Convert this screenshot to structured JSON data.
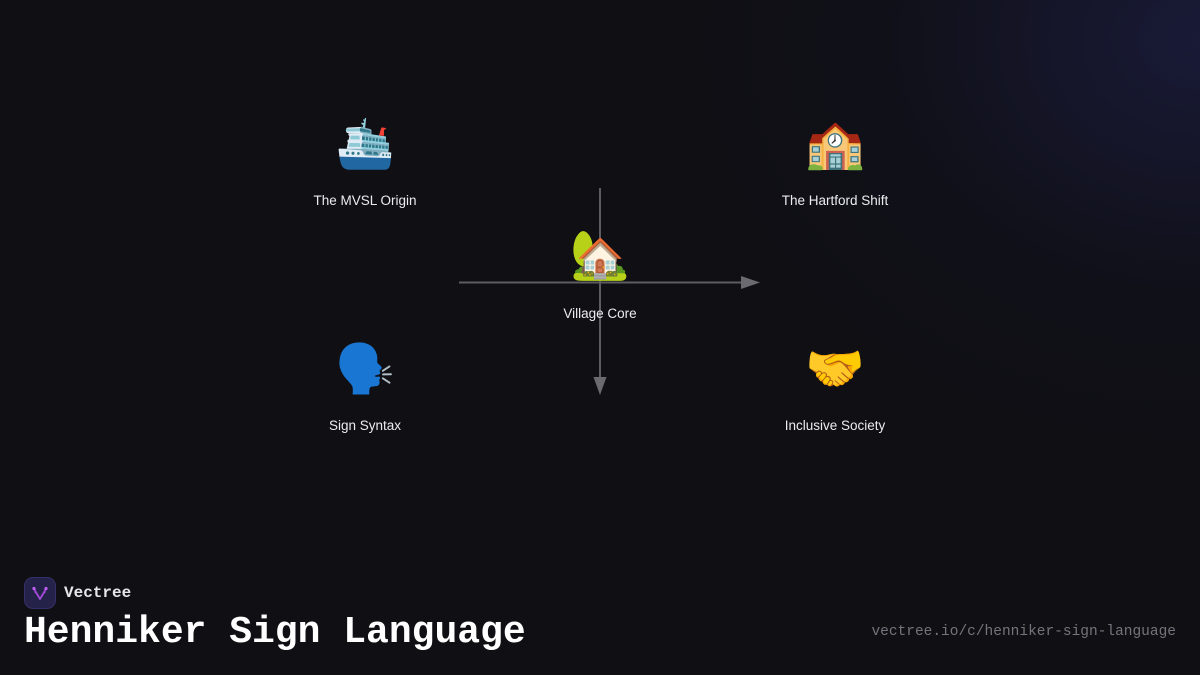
{
  "diagram": {
    "type": "quadrant-concept-map",
    "center": {
      "label": "Village Core",
      "icon": "house-with-garden-icon",
      "emoji": "🏡"
    },
    "nodes": [
      {
        "id": "top-left",
        "label": "The MVSL Origin",
        "icon": "ship-icon",
        "emoji": "🛳️"
      },
      {
        "id": "top-right",
        "label": "The Hartford Shift",
        "icon": "school-icon",
        "emoji": "🏫"
      },
      {
        "id": "bottom-left",
        "label": "Sign Syntax",
        "icon": "speaking-head-icon",
        "emoji": "🗣️"
      },
      {
        "id": "bottom-right",
        "label": "Inclusive Society",
        "icon": "handshake-icon",
        "emoji": "🤝"
      }
    ],
    "axes": {
      "horizontal": {
        "direction": "right",
        "color": "#5a5a60"
      },
      "vertical": {
        "direction": "down",
        "color": "#5a5a60"
      }
    }
  },
  "footer": {
    "brand_name": "Vectree",
    "brand_logo_icon": "vectree-logo-icon",
    "brand_color": "#a24ad8",
    "title": "Henniker Sign Language",
    "url": "vectree.io/c/henniker-sign-language"
  }
}
